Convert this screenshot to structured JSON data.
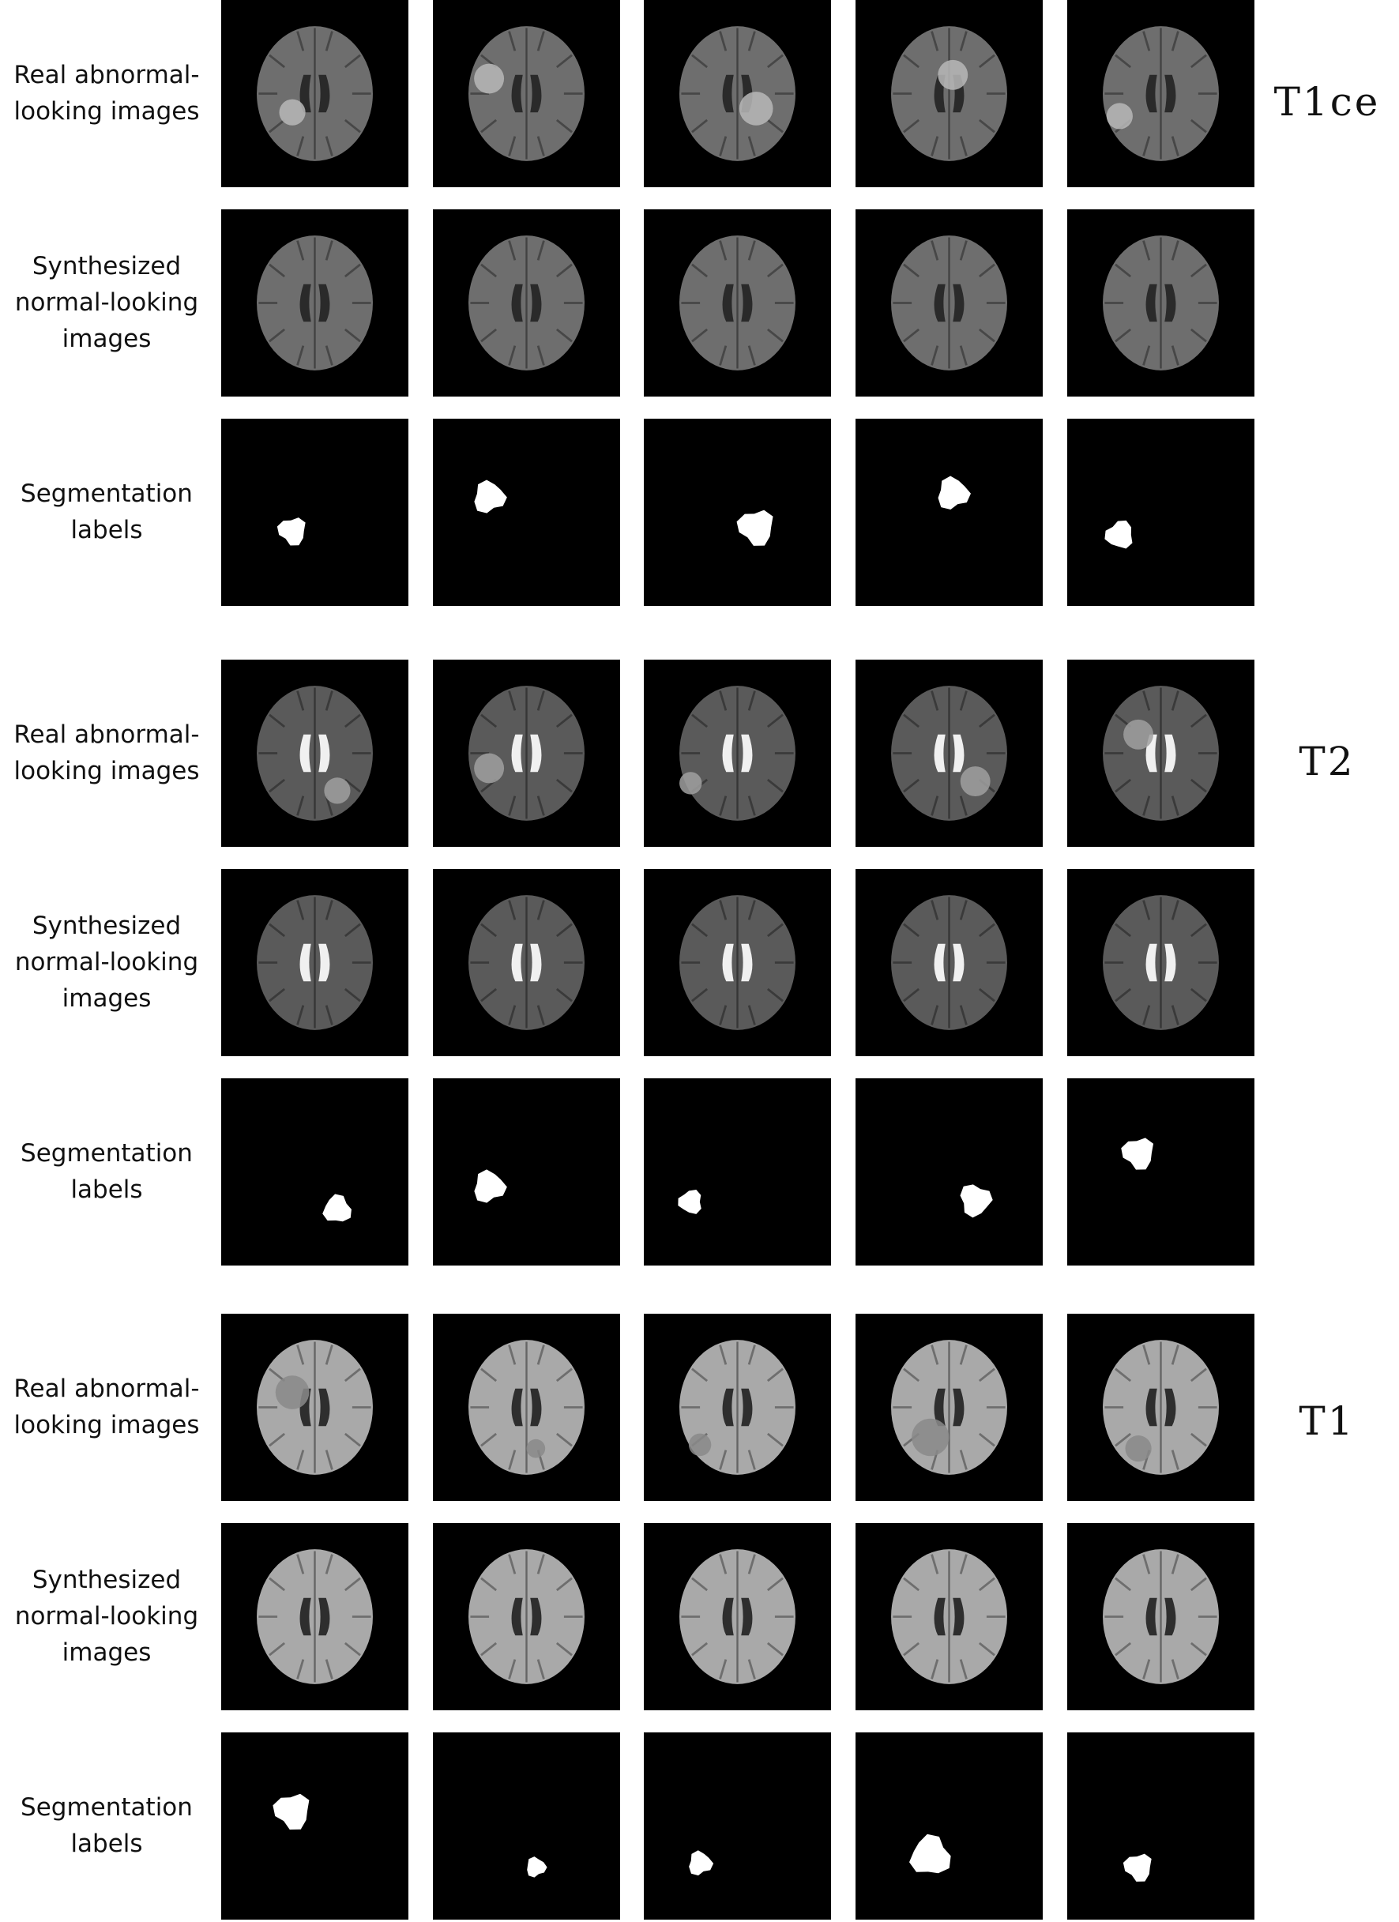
{
  "sections": [
    {
      "title": "T1ce",
      "rows": [
        {
          "label_lines": [
            "Real abnormal-",
            "looking images"
          ],
          "kind": "real"
        },
        {
          "label_lines": [
            "Synthesized",
            "normal-looking",
            "images"
          ],
          "kind": "synth"
        },
        {
          "label_lines": [
            "Segmentation",
            "labels"
          ],
          "kind": "seg"
        }
      ]
    },
    {
      "title": "T2",
      "rows": [
        {
          "label_lines": [
            "Real abnormal-",
            "looking images"
          ],
          "kind": "real"
        },
        {
          "label_lines": [
            "Synthesized",
            "normal-looking",
            "images"
          ],
          "kind": "synth"
        },
        {
          "label_lines": [
            "Segmentation",
            "labels"
          ],
          "kind": "seg"
        }
      ]
    },
    {
      "title": "T1",
      "rows": [
        {
          "label_lines": [
            "Real abnormal-",
            "looking images"
          ],
          "kind": "real"
        },
        {
          "label_lines": [
            "Synthesized",
            "normal-looking",
            "images"
          ],
          "kind": "synth"
        },
        {
          "label_lines": [
            "Segmentation",
            "labels"
          ],
          "kind": "seg"
        }
      ]
    }
  ],
  "modality_styles": {
    "T1ce": {
      "brain": "#6e6e6e",
      "ventricle": "#2a2a2a",
      "lesion": "#b8b8b8"
    },
    "T2": {
      "brain": "#5a5a5a",
      "ventricle": "#f0f0f0",
      "lesion": "#a0a0a0"
    },
    "T1": {
      "brain": "#a9a9a9",
      "ventricle": "#2e2e2e",
      "lesion": "#8a8a8a"
    }
  }
}
